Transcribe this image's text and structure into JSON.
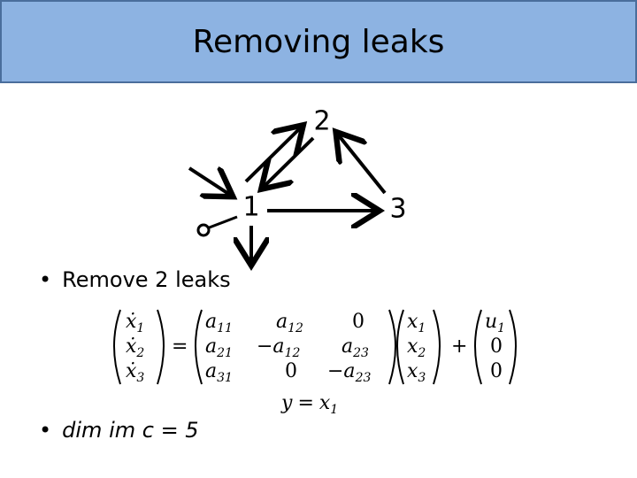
{
  "slide": {
    "title": "Removing leaks"
  },
  "diagram": {
    "nodes": [
      {
        "id": "1",
        "label": "1"
      },
      {
        "id": "2",
        "label": "2"
      },
      {
        "id": "3",
        "label": "3"
      }
    ],
    "edges": [
      {
        "from": "1",
        "to": "2"
      },
      {
        "from": "2",
        "to": "1"
      },
      {
        "from": "1",
        "to": "3"
      },
      {
        "from": "3",
        "to": "2"
      },
      {
        "from": "input",
        "to": "1"
      },
      {
        "from": "1",
        "to": "leak"
      }
    ]
  },
  "bullets": [
    {
      "text": "Remove 2 leaks"
    },
    {
      "text": "dim im c = 5"
    }
  ],
  "equation": {
    "lhs": [
      "ẋ",
      "ẋ",
      "ẋ"
    ],
    "lhs_sub": [
      "1",
      "2",
      "3"
    ],
    "equals": "=",
    "matrix": [
      [
        "a",
        "a",
        "0"
      ],
      [
        "a",
        "−a",
        "a"
      ],
      [
        "a",
        "0",
        "−a"
      ]
    ],
    "matrix_sub": [
      [
        "11",
        "12",
        ""
      ],
      [
        "21",
        "12",
        "23"
      ],
      [
        "31",
        "",
        "23"
      ]
    ],
    "x": [
      "x",
      "x",
      "x"
    ],
    "x_sub": [
      "1",
      "2",
      "3"
    ],
    "plus": "+",
    "u": [
      "u",
      "0",
      "0"
    ],
    "u_sub": [
      "1",
      "",
      ""
    ],
    "output": {
      "y": "y",
      "eq": "=",
      "x": "x",
      "x_sub": "1"
    }
  }
}
